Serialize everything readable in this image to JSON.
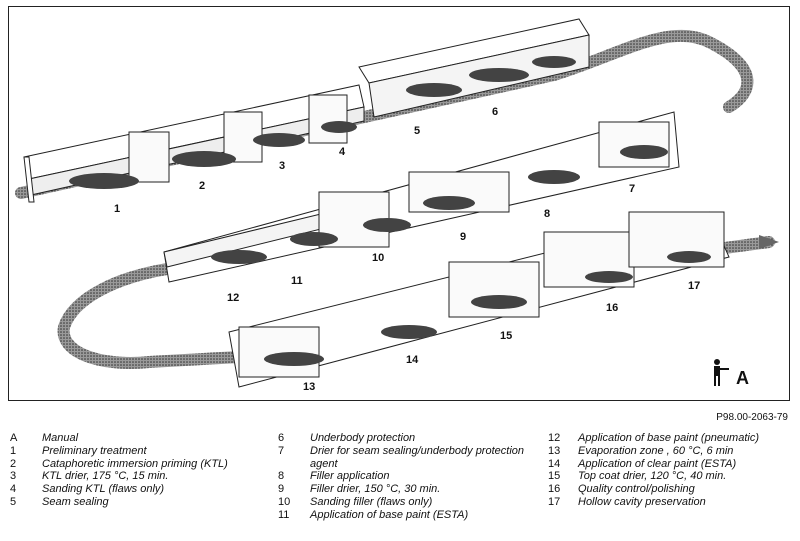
{
  "diagram": {
    "reference": "P98.00-2063-79",
    "manual_marker": "A",
    "station_numbers": [
      "1",
      "2",
      "3",
      "4",
      "5",
      "6",
      "7",
      "8",
      "9",
      "10",
      "11",
      "12",
      "13",
      "14",
      "15",
      "16",
      "17"
    ]
  },
  "legend": {
    "columns": [
      [
        {
          "key": "A",
          "text": "Manual"
        },
        {
          "key": "1",
          "text": "Preliminary treatment"
        },
        {
          "key": "2",
          "text": "Cataphoretic immersion priming (KTL)"
        },
        {
          "key": "3",
          "text": "KTL drier, 175 °C, 15 min."
        },
        {
          "key": "4",
          "text": "Sanding KTL (flaws only)"
        },
        {
          "key": "5",
          "text": "Seam sealing"
        }
      ],
      [
        {
          "key": "6",
          "text": "Underbody protection"
        },
        {
          "key": "7",
          "text": "Drier for seam sealing/underbody protection agent"
        },
        {
          "key": "8",
          "text": "Filler application"
        },
        {
          "key": "9",
          "text": "Filler drier, 150 °C, 30 min."
        },
        {
          "key": "10",
          "text": "Sanding filler (flaws only)"
        },
        {
          "key": "11",
          "text": "Application of base paint (ESTA)"
        }
      ],
      [
        {
          "key": "12",
          "text": "Application of base paint (pneumatic)"
        },
        {
          "key": "13",
          "text": "Evaporation zone , 60 °C, 6 min"
        },
        {
          "key": "14",
          "text": "Application of clear paint (ESTA)"
        },
        {
          "key": "15",
          "text": "Top coat drier, 120 °C, 40 min."
        },
        {
          "key": "16",
          "text": "Quality control/polishing"
        },
        {
          "key": "17",
          "text": "Hollow cavity preservation"
        }
      ]
    ]
  }
}
